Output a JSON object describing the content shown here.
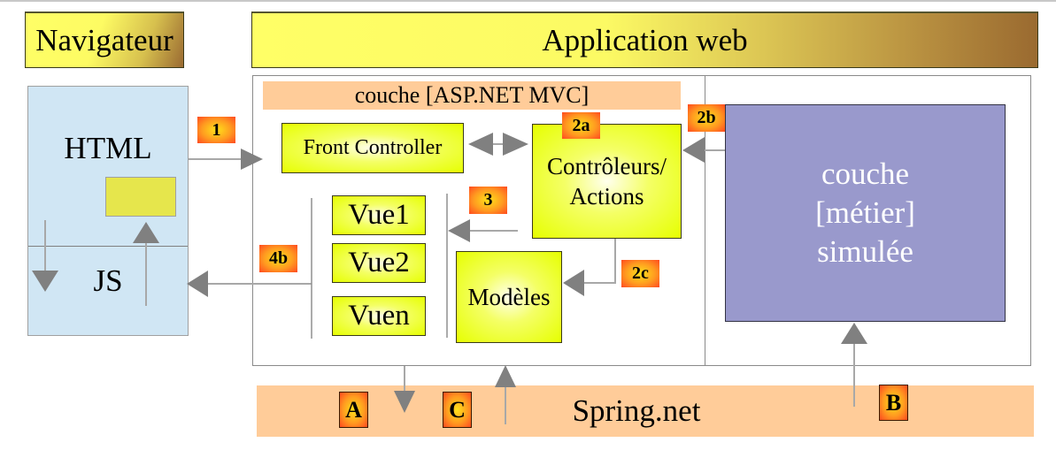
{
  "diagram": {
    "headers": {
      "browser": "Navigateur",
      "web_app": "Application web"
    },
    "browser": {
      "html_label": "HTML",
      "js_label": "JS"
    },
    "mvc_layer": {
      "title": "couche [ASP.NET MVC]",
      "front_controller": "Front Controller",
      "controllers_line1": "Contrôleurs/",
      "controllers_line2": "Actions",
      "views": [
        "Vue1",
        "Vue2",
        "Vuen"
      ],
      "models": "Modèles"
    },
    "business_layer": {
      "line1": "couche",
      "line2": "[métier]",
      "line3": "simulée"
    },
    "spring": {
      "label": "Spring.net"
    },
    "step_badges": {
      "step_1": "1",
      "step_2a": "2a",
      "step_2b": "2b",
      "step_2c": "2c",
      "step_3": "3",
      "step_4b": "4b"
    },
    "letter_badges": {
      "a": "A",
      "b": "B",
      "c": "C"
    },
    "colors": {
      "browser_fill": "#d0e6f4",
      "component_fill": "#e6ff00",
      "layer_band": "#ffcc99",
      "business_fill": "#9999cc",
      "badge_orange": "#ff6a20",
      "arrow_gray": "#808080"
    }
  }
}
